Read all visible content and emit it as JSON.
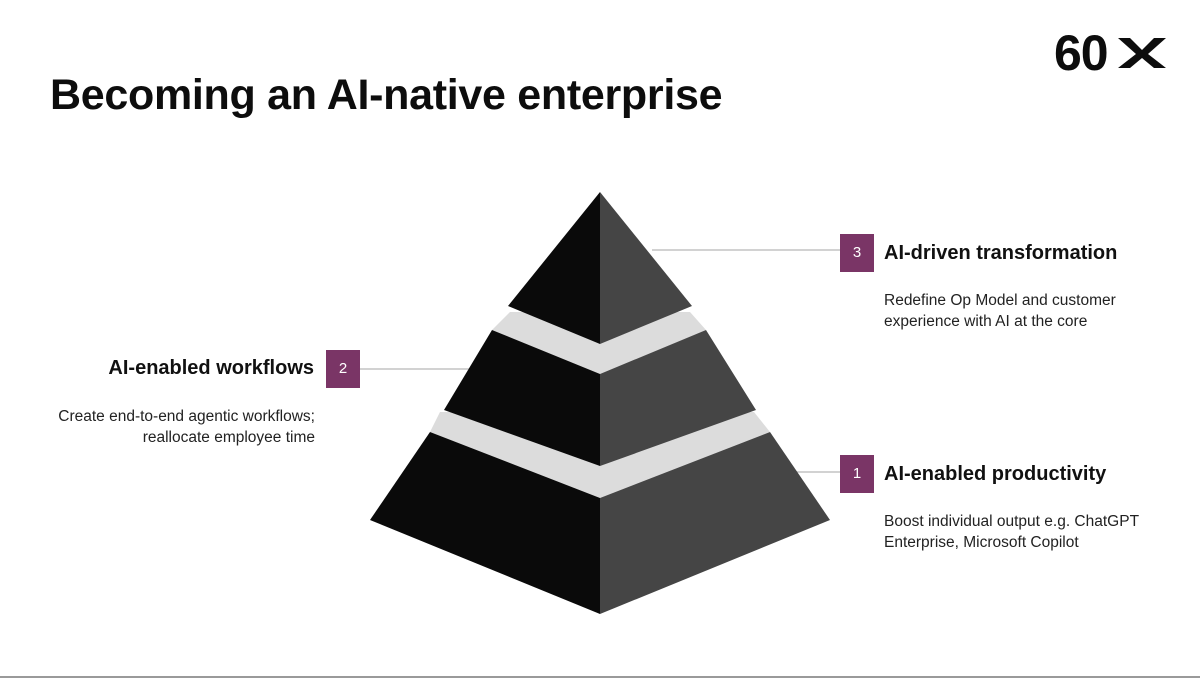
{
  "slide": {
    "title": "Becoming an AI-native enterprise",
    "logo_text": "60x"
  },
  "tiers": [
    {
      "number": "3",
      "title": "AI-driven transformation",
      "description": "Redefine Op Model and customer experience with AI at the core",
      "position": "top"
    },
    {
      "number": "2",
      "title": "AI-enabled workflows",
      "description": "Create end-to-end agentic workflows; reallocate employee time",
      "position": "middle"
    },
    {
      "number": "1",
      "title": "AI-enabled productivity",
      "description": "Boost individual output e.g. ChatGPT Enterprise, Microsoft Copilot",
      "position": "bottom"
    }
  ],
  "colors": {
    "badge": "#7a3566",
    "pyramid_left_face": "#0a0a0a",
    "pyramid_right_face": "#454545",
    "pyramid_gap": "#d9d9d9",
    "connector_line": "#c4c4c4"
  }
}
